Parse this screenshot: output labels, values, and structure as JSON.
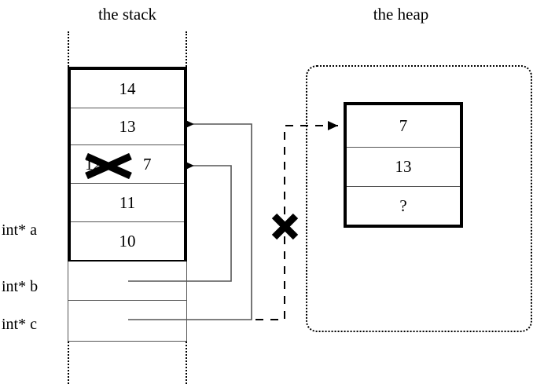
{
  "titles": {
    "stack": "the stack",
    "heap": "the heap"
  },
  "stack": {
    "frame_cells": [
      {
        "value": "14"
      },
      {
        "value": "13"
      },
      {
        "value": "12",
        "struck_out": true,
        "new_value": "7"
      },
      {
        "value": "11"
      },
      {
        "value": "10"
      }
    ],
    "variables": [
      {
        "label": "int* a"
      },
      {
        "label": "int* b"
      },
      {
        "label": "int* c"
      }
    ]
  },
  "heap": {
    "cells": [
      {
        "value": "7"
      },
      {
        "value": "13"
      },
      {
        "value": "?"
      }
    ]
  },
  "annotations": {
    "invalid_pointer_mark": "X",
    "struck_value_mark": "X"
  },
  "colors": {
    "ink": "#000000",
    "thin_rule": "#555555",
    "background": "#ffffff"
  }
}
